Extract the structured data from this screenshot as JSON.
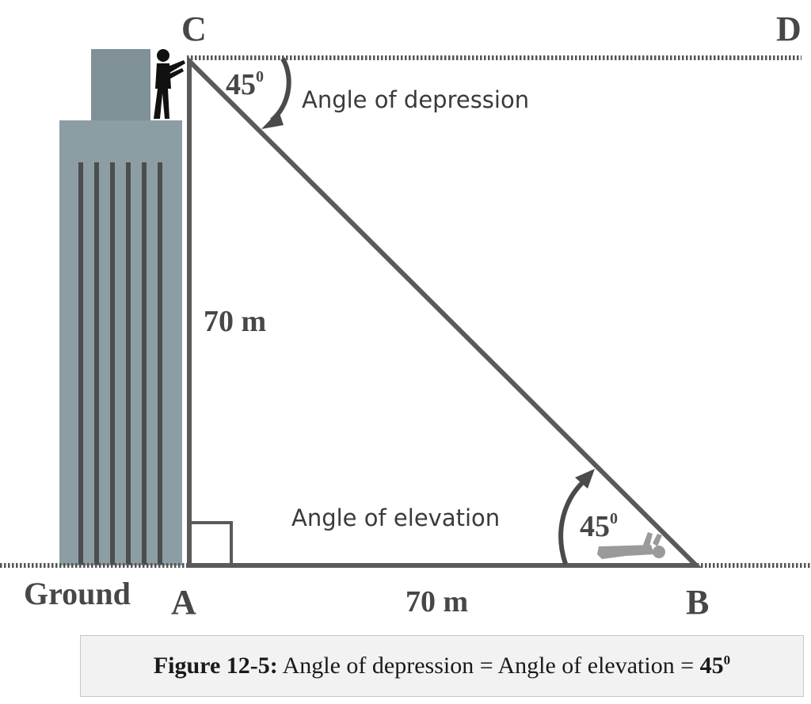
{
  "points": {
    "a": "A",
    "b": "B",
    "c": "C",
    "d": "D"
  },
  "labels": {
    "ground": "Ground",
    "side_ac": "70 m",
    "side_ab": "70 m",
    "angle_top_value": "45",
    "angle_top_sup": "0",
    "angle_bottom_value": "45",
    "angle_bottom_sup": "0",
    "angle_depression": "Angle of depression",
    "angle_elevation": "Angle of elevation"
  },
  "caption": {
    "label": "Figure 12-5:",
    "text": " Angle of depression = Angle of elevation = ",
    "value": "45",
    "sup": "0"
  },
  "colors": {
    "line": "#5a5a5a",
    "building": "#8c9ea4",
    "building_stripe": "#4d4d4d",
    "text": "#474747"
  }
}
